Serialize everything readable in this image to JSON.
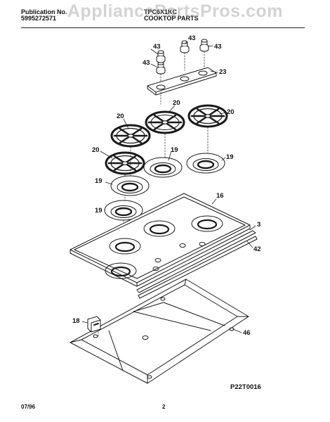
{
  "header": {
    "publication_label": "Publication No.",
    "publication_number": "5995272571",
    "model": "TPC6X1KC",
    "section_title": "COOKTOP PARTS"
  },
  "watermark": "AppliancePartsPros.com",
  "diagram": {
    "callouts": [
      "43",
      "43",
      "43",
      "43",
      "23",
      "20",
      "20",
      "20",
      "20",
      "19",
      "19",
      "19",
      "19",
      "16",
      "3",
      "42",
      "18",
      "46"
    ]
  },
  "footer": {
    "figure_code": "P22T0016",
    "date": "07/96",
    "page": "2"
  }
}
